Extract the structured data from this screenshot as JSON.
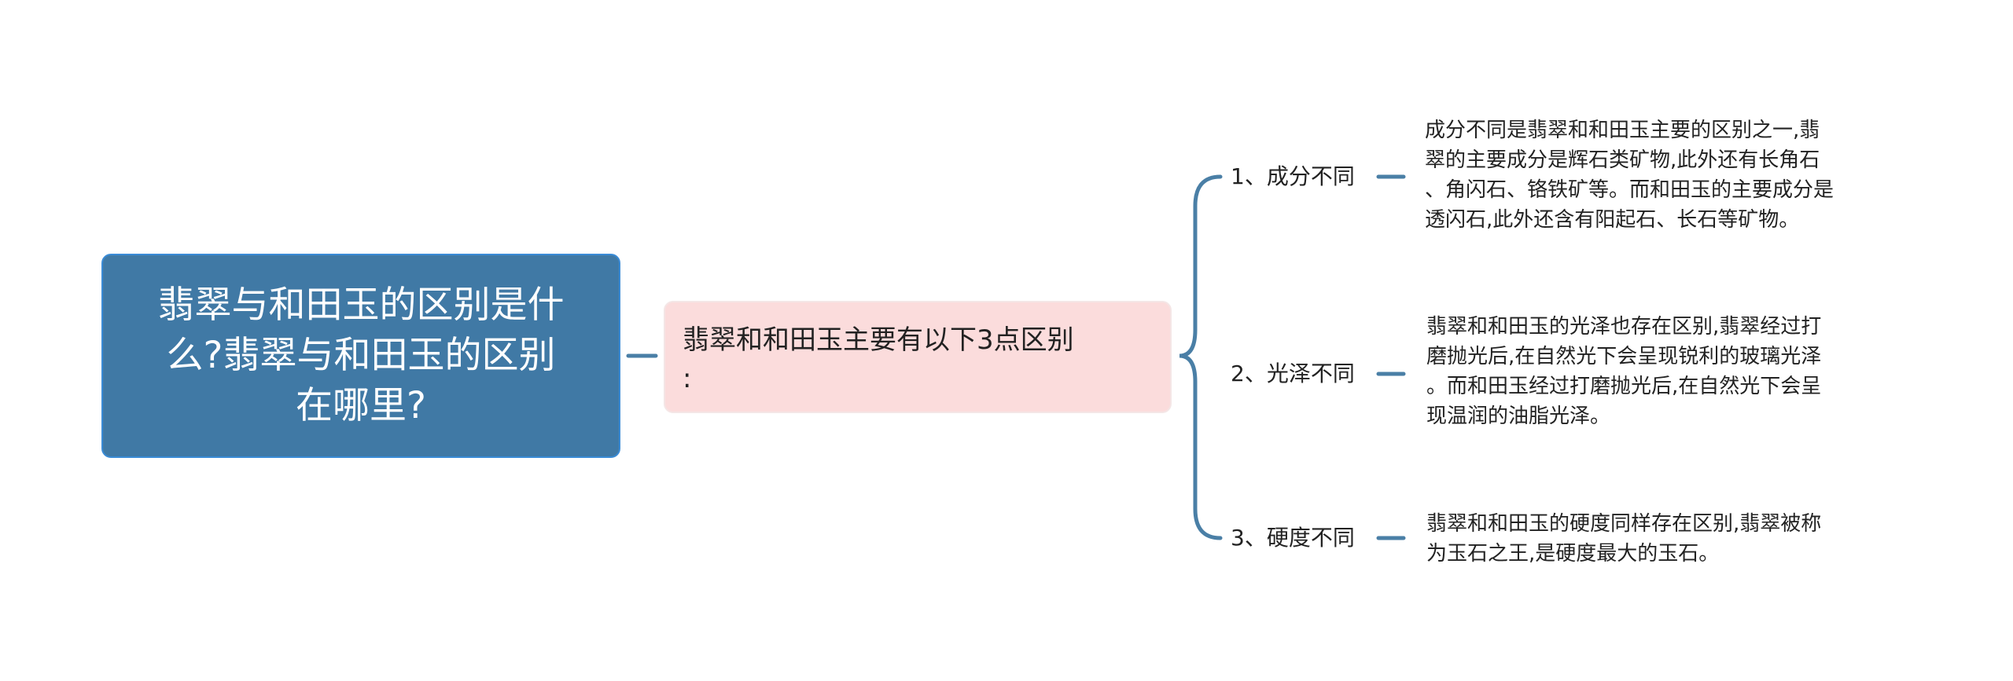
{
  "root": {
    "line1": "翡翠与和田玉的区别是什",
    "line2": "么?翡翠与和田玉的区别",
    "line3": "在哪里?"
  },
  "mid": {
    "line1": "翡翠和和田玉主要有以下3点区别",
    "line2": ":"
  },
  "branches": [
    {
      "label": "1、成分不同",
      "lines": [
        "成分不同是翡翠和和田玉主要的区别之一,翡",
        "翠的主要成分是辉石类矿物,此外还有长角石",
        "、角闪石、铬铁矿等。而和田玉的主要成分是",
        "透闪石,此外还含有阳起石、长石等矿物。"
      ]
    },
    {
      "label": "2、光泽不同",
      "lines": [
        "翡翠和和田玉的光泽也存在区别,翡翠经过打",
        "磨抛光后,在自然光下会呈现锐利的玻璃光泽",
        "。而和田玉经过打磨抛光后,在自然光下会呈",
        "现温润的油脂光泽。"
      ]
    },
    {
      "label": "3、硬度不同",
      "lines": [
        "翡翠和和田玉的硬度同样存在区别,翡翠被称",
        "为玉石之王,是硬度最大的玉石。"
      ]
    }
  ],
  "colors": {
    "root_fill": "#4079a5",
    "mid_fill": "#fbdcdc",
    "connector": "#4a7fa6"
  }
}
